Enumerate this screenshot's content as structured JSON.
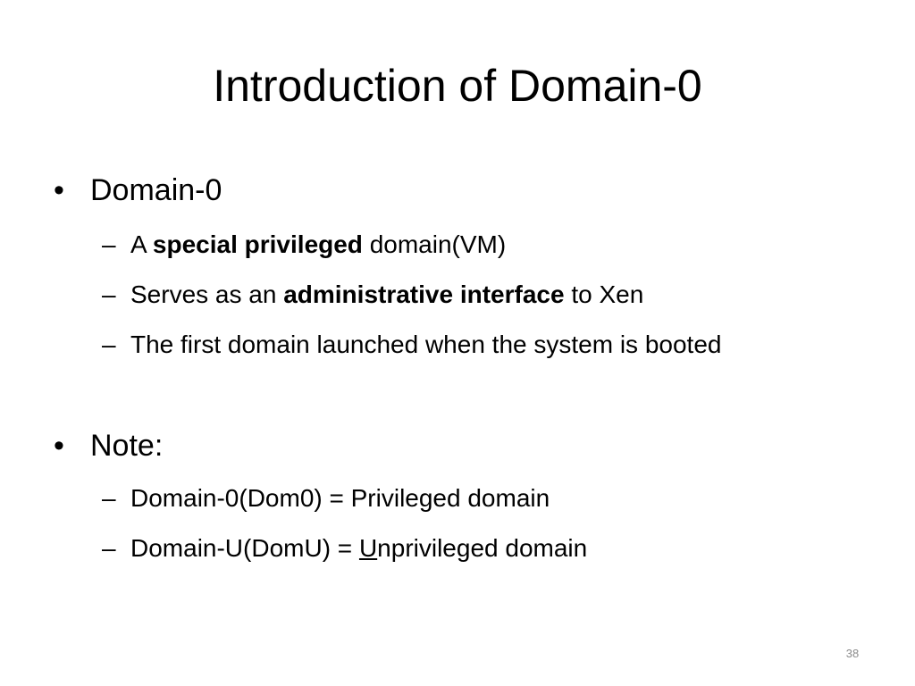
{
  "title": "Introduction of Domain-0",
  "bullets": [
    {
      "label": "Domain-0",
      "subitems": [
        {
          "pre": "A ",
          "bold": "special privileged",
          "post": " domain(VM)"
        },
        {
          "pre": "Serves as an ",
          "bold": "administrative interface",
          "post": " to Xen"
        },
        {
          "text": "The first domain launched when the system is booted"
        }
      ]
    },
    {
      "label": "Note:",
      "subitems": [
        {
          "text": "Domain-0(Dom0) = Privileged domain"
        },
        {
          "pre": "Domain-U(DomU) = ",
          "underline": "U",
          "post": "nprivileged domain"
        }
      ]
    }
  ],
  "bullet_symbol": "•",
  "dash_symbol": "–",
  "page_number": "38"
}
